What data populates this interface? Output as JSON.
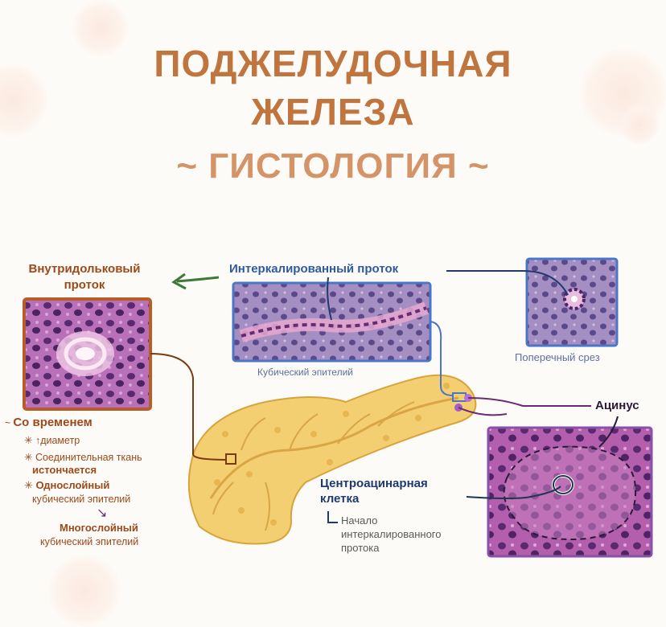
{
  "title": {
    "line1": "ПОДЖЕЛУДОЧНАЯ",
    "line2": "ЖЕЛЕЗА",
    "line3": "~ ГИСТОЛОГИЯ ~"
  },
  "labels": {
    "intralobular_duct": "Внутридольковый",
    "intralobular_duct_2": "проток",
    "intercalated_duct": "Интеркалированный проток",
    "cubic_epithelium": "Кубический эпителий",
    "cross_section": "Поперечный срез",
    "acinus": "Ацинус",
    "centroacinar_1": "Центроацинарная",
    "centroacinar_2": "клетка",
    "beginning_1": "Начало",
    "beginning_2": "интеркалированного",
    "beginning_3": "протока"
  },
  "notes": {
    "over_time": "Со временем",
    "diameter": "диаметр",
    "connective_1": "Соединительная ткань",
    "connective_2": "истончается",
    "single_layer_1": "Однослойный",
    "single_layer_2": "кубический эпителий",
    "multi_layer_1": "Многослойный",
    "multi_layer_2": "кубический эпителий"
  },
  "colors": {
    "title": "#c0753f",
    "subtitle": "#d49468",
    "label_brown": "#9c4a1a",
    "label_blue": "#2f5aa3",
    "pancreas": "#f1c45e",
    "tissue_purple": "#8a4f9a"
  }
}
